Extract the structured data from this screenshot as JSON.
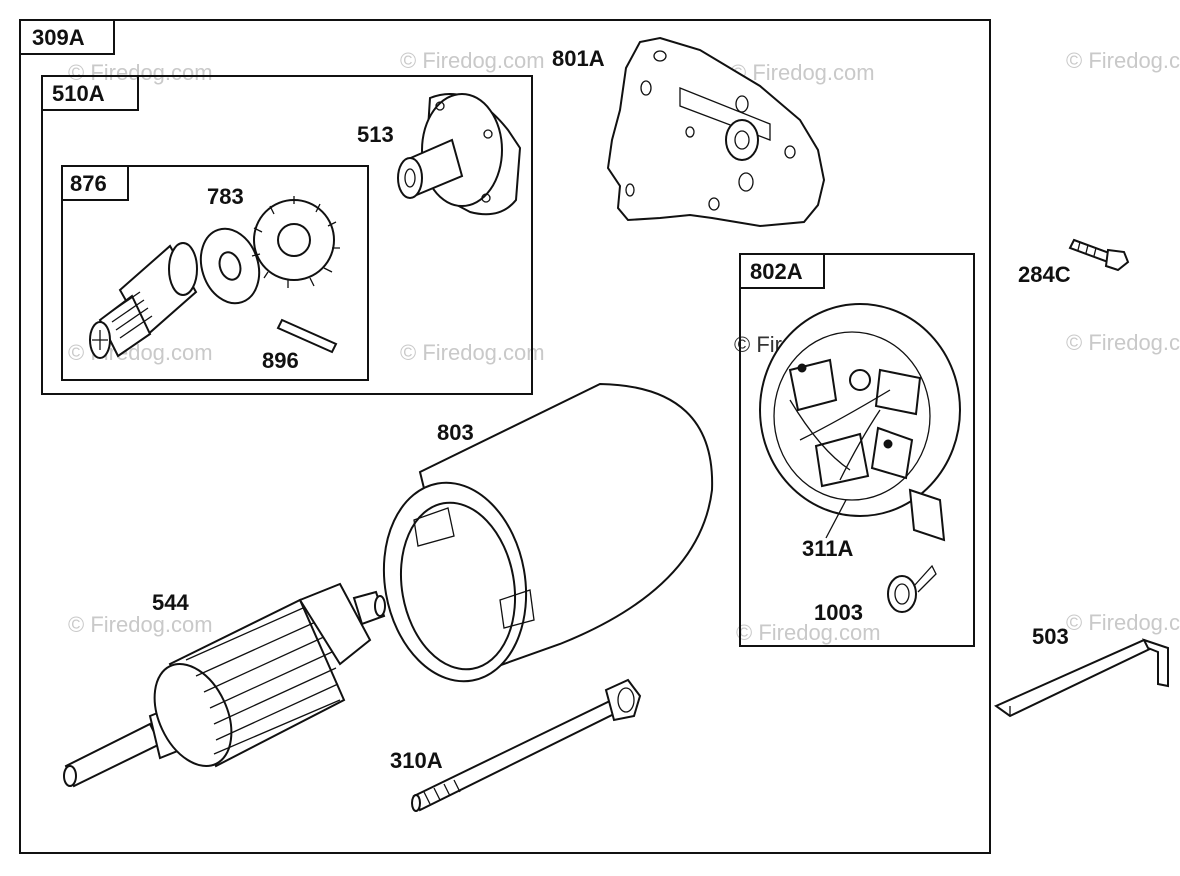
{
  "assemblies": {
    "a309A": "309A",
    "a510A": "510A",
    "a876": "876",
    "a802A": "802A"
  },
  "parts": {
    "p801A": "801A",
    "p513": "513",
    "p783": "783",
    "p896": "896",
    "p284C": "284C",
    "p803": "803",
    "p311A": "311A",
    "p1003": "1003",
    "p544": "544",
    "p503": "503",
    "p310A": "310A"
  },
  "watermark": "© Firedog.com"
}
